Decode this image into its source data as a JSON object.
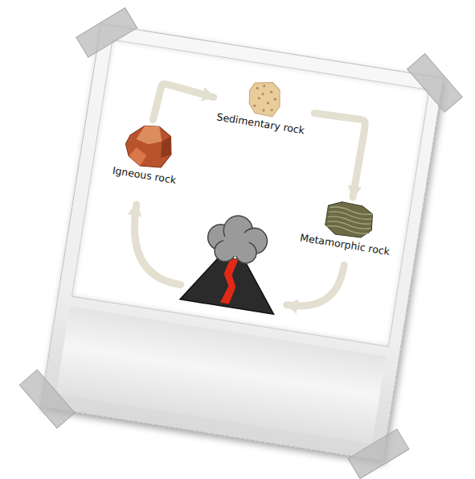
{
  "diagram": {
    "nodes": [
      {
        "text": [
          "Sedimentary rock"
        ]
      },
      {
        "text": [
          "Igneous rock"
        ]
      },
      {
        "text": [
          "Metamorphic rock"
        ]
      }
    ],
    "edges": [
      {
        "from": 1,
        "to": 0,
        "arrow": "to"
      },
      {
        "from": 0,
        "to": 2,
        "arrow": "to"
      }
    ]
  }
}
